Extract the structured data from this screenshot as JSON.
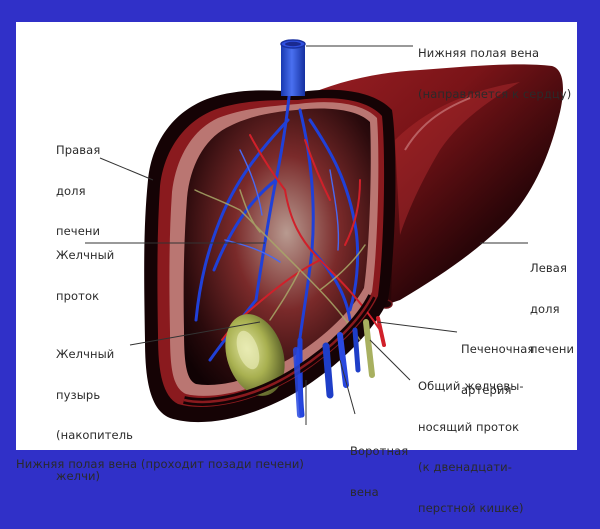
{
  "diagram": {
    "subject": "Печень (анатомия)",
    "colors": {
      "frame": "#3030c8",
      "background": "#ffffff",
      "liver_dark": "#1a0406",
      "liver_red": "#8a1a1e",
      "vein_blue": "#1f3fd0",
      "artery_red": "#d0202a",
      "bile_green": "#b8c060",
      "label_text": "#2a2a2a",
      "leader_line": "#333333"
    },
    "labels": {
      "ivc_top": {
        "lines": [
          "Нижняя полая вена",
          "(направляется к сердцу)"
        ]
      },
      "right_lobe": {
        "lines": [
          "Правая",
          "доля",
          "печени"
        ]
      },
      "bile_duct": {
        "lines": [
          "Желчный",
          "проток"
        ]
      },
      "gallbladder": {
        "lines": [
          "Желчный",
          "пузырь",
          "(накопитель",
          "желчи)"
        ]
      },
      "left_lobe": {
        "lines": [
          "Левая",
          "доля",
          "печени"
        ]
      },
      "hepatic_artery": {
        "lines": [
          "Печеночная",
          "артерия"
        ]
      },
      "common_bile_duct": {
        "lines": [
          "Общий желчевы-",
          "носящий проток",
          "(к двенадцати-",
          "перстной кишке)"
        ]
      },
      "ivc_bottom": {
        "lines": [
          "Нижняя полая вена (проходит позади печени)"
        ]
      },
      "portal_vein": {
        "lines": [
          "Воротная",
          "вена"
        ]
      }
    }
  }
}
